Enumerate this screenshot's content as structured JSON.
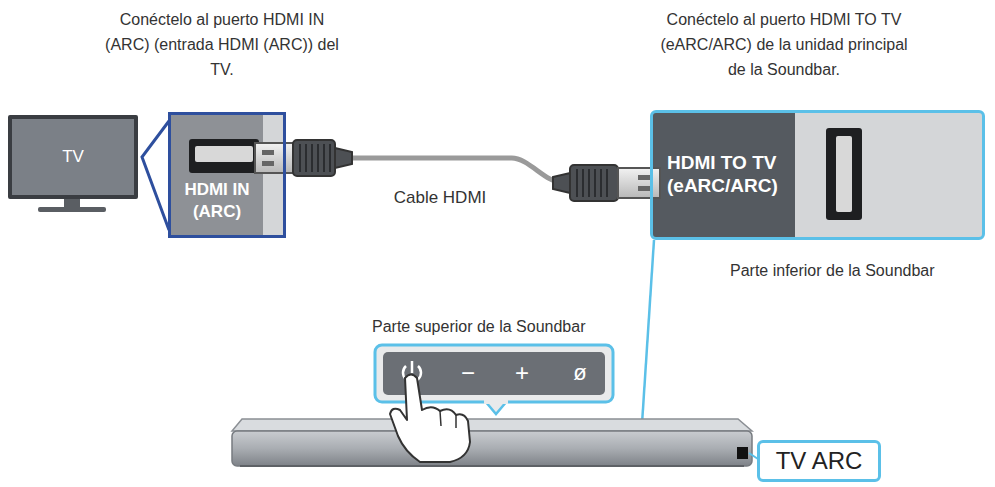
{
  "diagram": {
    "nodes": [
      {
        "text": [
          "TV"
        ]
      },
      {
        "text": [
          "HDMI IN (ARC)"
        ]
      },
      {
        "text": [
          "HDMI TO TV (eARC/ARC)"
        ]
      },
      {
        "text": [
          "TV ARC"
        ]
      }
    ],
    "edges": [
      {
        "from": 1,
        "to": 2,
        "arrow": "none",
        "label": "Cable HDMI"
      }
    ],
    "labels": [
      "Conéctelo al puerto HDMI IN (ARC) (entrada HDMI (ARC)) del TV.",
      "Conéctelo al puerto HDMI TO TV (eARC/ARC) de la unidad principal de la Soundbar.",
      "Parte inferior de la Soundbar",
      "Parte superior de la Soundbar",
      "−",
      "+",
      "ø"
    ]
  }
}
